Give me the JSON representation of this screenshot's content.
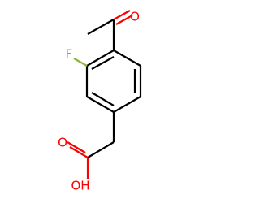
{
  "molecule": {
    "atoms": {
      "carbonyl_oxygen": {
        "label": "O",
        "color": "#ff0000"
      },
      "fluorine": {
        "label": "F",
        "color": "#8ab43c"
      },
      "acid_carbonyl_oxygen": {
        "label": "O",
        "color": "#ff0000"
      },
      "hydroxyl": {
        "label": "OH",
        "color": "#ff0000"
      }
    },
    "bond_color": "#000000"
  }
}
